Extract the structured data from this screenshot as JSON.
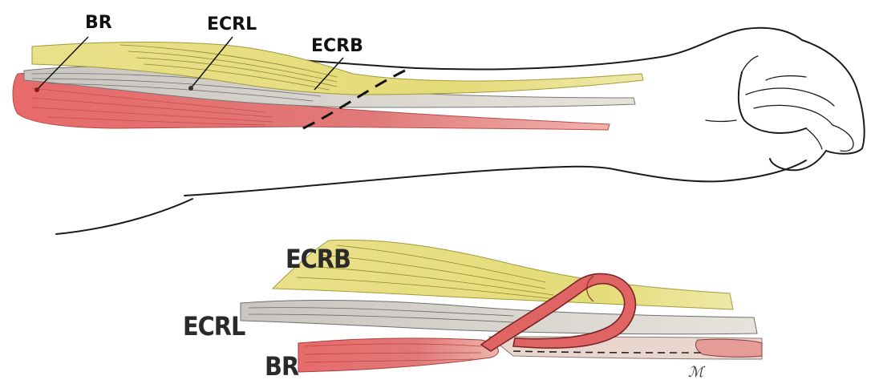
{
  "top_view": {
    "labels": {
      "br": "BR",
      "ecrl": "ECRL",
      "ecrb": "ECRB"
    }
  },
  "bottom_view": {
    "labels": {
      "ecrb": "ECRB",
      "ecrl": "ECRL",
      "br": "BR"
    },
    "signature_text": "ℳ"
  },
  "colors": {
    "brachioradialis": "#e06666",
    "ecrl": "#bdbdbd",
    "ecrb": "#e3dc7a",
    "outline": "#1b1b1b"
  }
}
